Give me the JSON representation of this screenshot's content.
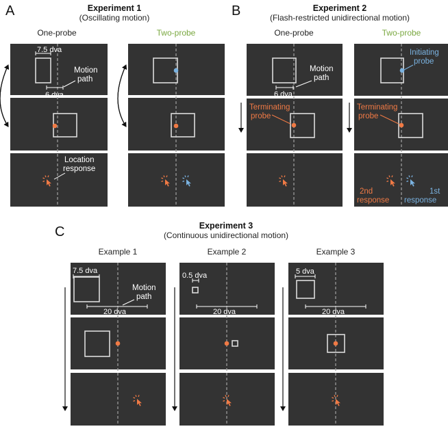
{
  "colors": {
    "panel": "#333333",
    "orange": "#f07a45",
    "blue": "#7ab2e0",
    "green": "#7aa840",
    "square": "#dcdcdc"
  },
  "panelA": {
    "label": "A",
    "title": "Experiment 1",
    "subtitle": "(Oscillating motion)",
    "col1": "One-probe",
    "col2": "Two-probe",
    "size_label": "7.5 dva",
    "path_label": "6 dva",
    "motion_label_1": "Motion",
    "motion_label_2": "path",
    "location_label_1": "Location",
    "location_label_2": "response"
  },
  "panelB": {
    "label": "B",
    "title": "Experiment 2",
    "subtitle": "(Flash-restricted unidirectional motion)",
    "col1": "One-probe",
    "col2": "Two-probe",
    "motion_label_1": "Motion",
    "motion_label_2": "path",
    "path_label": "6 dva",
    "initiating_1": "Initiating",
    "initiating_2": "probe",
    "terminating_1": "Terminating",
    "terminating_2": "probe",
    "terminating2_1": "Terminating",
    "terminating2_2": "probe",
    "second_1": "2nd",
    "second_2": "response",
    "first_1": "1st",
    "first_2": "response"
  },
  "panelC": {
    "label": "C",
    "title": "Experiment 3",
    "subtitle": "(Continuous unidirectional motion)",
    "ex1": "Example 1",
    "ex2": "Example 2",
    "ex3": "Example 3",
    "ex1_size": "7.5 dva",
    "ex2_size": "0.5 dva",
    "ex3_size": "5 dva",
    "path_label": "20 dva",
    "motion_label_1": "Motion",
    "motion_label_2": "path"
  }
}
